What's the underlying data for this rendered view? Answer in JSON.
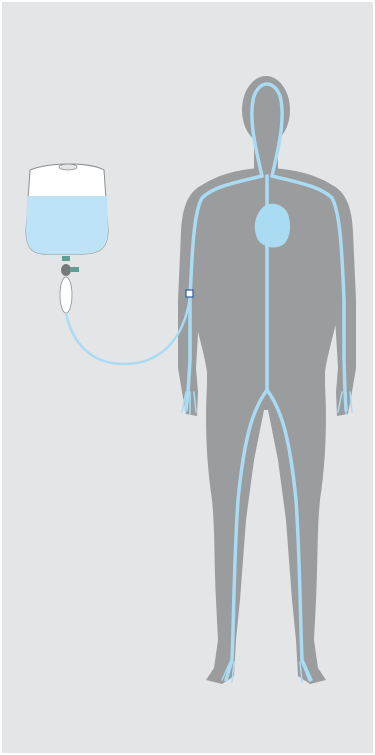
{
  "diagram": {
    "subject": "iv-infusion-into-human-circulatory-system",
    "parts": [
      "iv-bag",
      "drip-chamber",
      "roller-clamp",
      "tubing",
      "catheter-port",
      "human-body",
      "heart",
      "veins"
    ],
    "colors": {
      "background": "#e4e5e7",
      "body": "#9b9c9e",
      "fluid": "#bfe3f6",
      "vessel": "#a9dbf3",
      "clamp": "#5f9f94",
      "bag": "#ffffff",
      "outline": "#8c8d90"
    },
    "fluid_fill_fraction": 0.62
  }
}
